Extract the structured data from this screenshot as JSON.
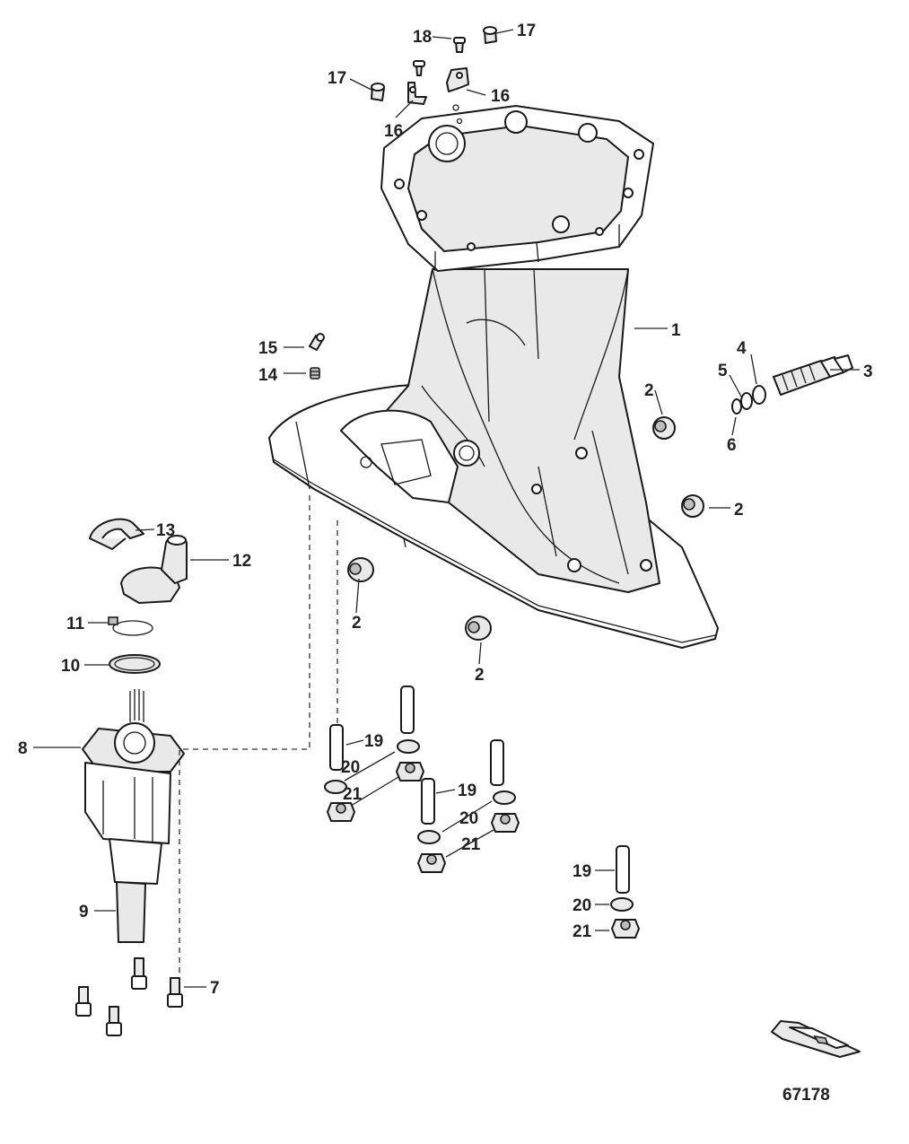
{
  "figure_id": "67178",
  "callouts": [
    {
      "key": "c18",
      "text": "18"
    },
    {
      "key": "c17a",
      "text": "17"
    },
    {
      "key": "c17b",
      "text": "17"
    },
    {
      "key": "c16a",
      "text": "16"
    },
    {
      "key": "c16b",
      "text": "16"
    },
    {
      "key": "c1",
      "text": "1"
    },
    {
      "key": "c3",
      "text": "3"
    },
    {
      "key": "c4",
      "text": "4"
    },
    {
      "key": "c5",
      "text": "5"
    },
    {
      "key": "c6",
      "text": "6"
    },
    {
      "key": "c15",
      "text": "15"
    },
    {
      "key": "c14",
      "text": "14"
    },
    {
      "key": "c2a",
      "text": "2"
    },
    {
      "key": "c2b",
      "text": "2"
    },
    {
      "key": "c2c",
      "text": "2"
    },
    {
      "key": "c2d",
      "text": "2"
    },
    {
      "key": "c13",
      "text": "13"
    },
    {
      "key": "c12",
      "text": "12"
    },
    {
      "key": "c11",
      "text": "11"
    },
    {
      "key": "c10",
      "text": "10"
    },
    {
      "key": "c8",
      "text": "8"
    },
    {
      "key": "c9",
      "text": "9"
    },
    {
      "key": "c7",
      "text": "7"
    },
    {
      "key": "c19a",
      "text": "19"
    },
    {
      "key": "c20a",
      "text": "20"
    },
    {
      "key": "c21a",
      "text": "21"
    },
    {
      "key": "c19b",
      "text": "19"
    },
    {
      "key": "c20b",
      "text": "20"
    },
    {
      "key": "c21b",
      "text": "21"
    },
    {
      "key": "c19c",
      "text": "19"
    },
    {
      "key": "c20c",
      "text": "20"
    },
    {
      "key": "c21c",
      "text": "21"
    }
  ]
}
